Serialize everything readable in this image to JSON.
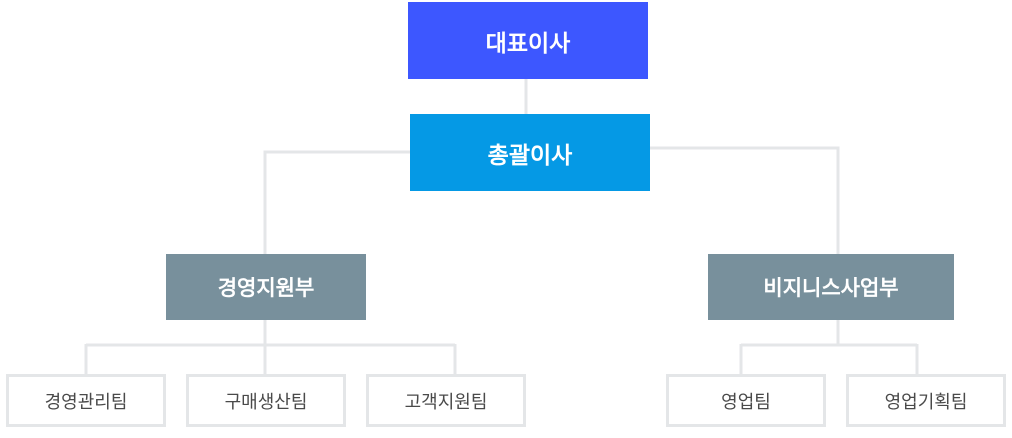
{
  "org_chart": {
    "ceo": "대표이사",
    "general_manager": "총괄이사",
    "departments": [
      {
        "label": "경영지원부",
        "teams": [
          "경영관리팀",
          "구매생산팀",
          "고객지원팀"
        ]
      },
      {
        "label": "비지니스사업부",
        "teams": [
          "영업팀",
          "영업기획팀"
        ]
      }
    ]
  },
  "colors": {
    "ceo": "#3d57ff",
    "general_manager": "#0599e5",
    "department": "#78909c",
    "team_border": "#e4e6e8",
    "connector": "#e4e6e8"
  }
}
